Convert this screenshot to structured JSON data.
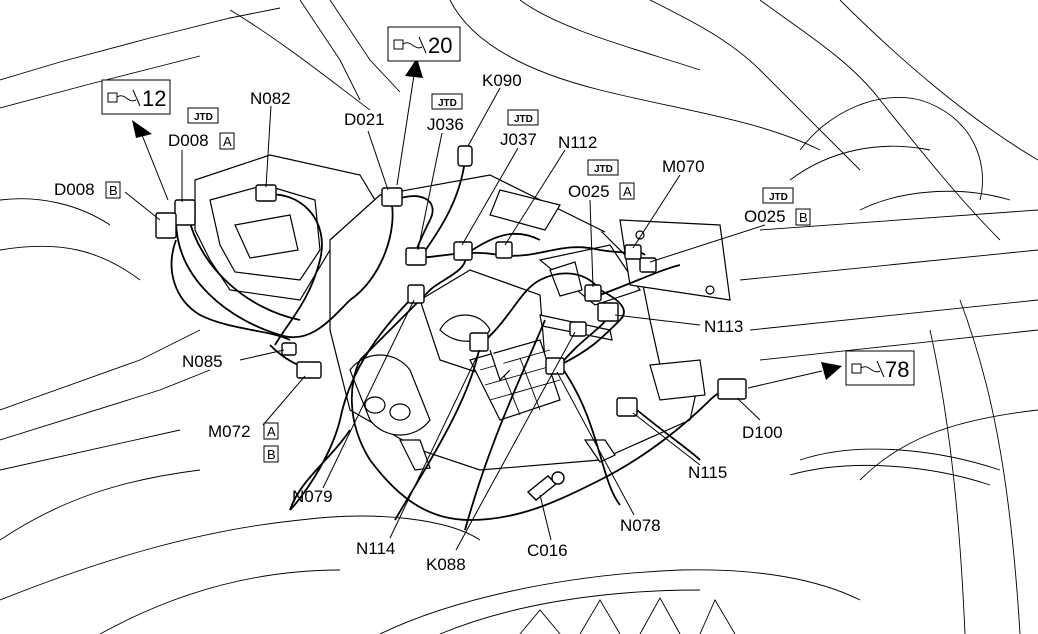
{
  "references": [
    {
      "id": "ref-12",
      "number": "12"
    },
    {
      "id": "ref-20",
      "number": "20"
    },
    {
      "id": "ref-78",
      "number": "78"
    }
  ],
  "jtd_tag": "JTD",
  "labels": {
    "N082": "N082",
    "D021": "D021",
    "K090": "K090",
    "J036": "J036",
    "J037": "J037",
    "N112": "N112",
    "M070": "M070",
    "O025A": "O025",
    "O025A_suffix": "A",
    "O025B": "O025",
    "O025B_suffix": "B",
    "D008A": "D008",
    "D008A_suffix": "A",
    "D008B": "D008",
    "D008B_suffix": "B",
    "N085": "N085",
    "M072": "M072",
    "M072_suffix_a": "A",
    "M072_suffix_b": "B",
    "N079": "N079",
    "N114": "N114",
    "K088": "K088",
    "C016": "C016",
    "N078": "N078",
    "N115": "N115",
    "N113": "N113",
    "D100": "D100"
  }
}
